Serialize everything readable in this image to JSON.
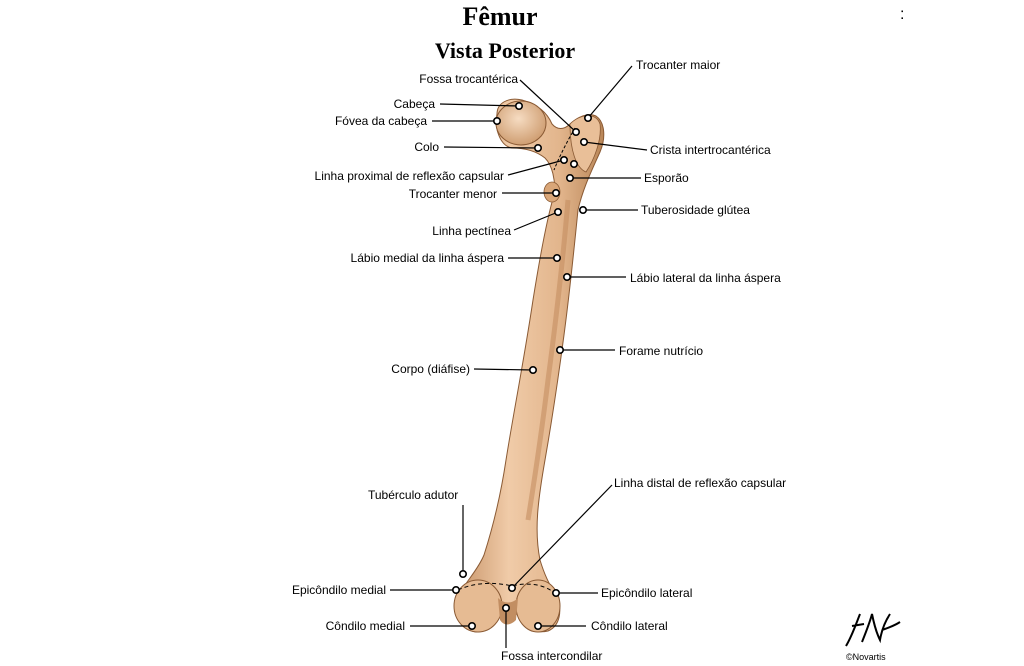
{
  "title": "Fêmur",
  "subtitle": "Vista Posterior",
  "stray_mark": ":",
  "colors": {
    "bone_light": "#edc7a2",
    "bone_mid": "#d6a67a",
    "bone_dark": "#b5835a",
    "leader": "#000000"
  },
  "labels": {
    "fossa_trocanterica": "Fossa trocantérica",
    "trocanter_maior": "Trocanter maior",
    "cabeca": "Cabeça",
    "fovea": "Fóvea da cabeça",
    "colo": "Colo",
    "crista": "Crista intertrocantérica",
    "linha_proximal": "Linha proximal de reflexão capsular",
    "esporao": "Esporão",
    "trocanter_menor": "Trocanter menor",
    "tuberosidade": "Tuberosidade glútea",
    "linha_pectinea": "Linha pectínea",
    "labio_medial": "Lábio medial da linha áspera",
    "labio_lateral": "Lábio lateral da linha áspera",
    "forame": "Forame nutrício",
    "corpo": "Corpo (diáfise)",
    "tuberculo": "Tubérculo adutor",
    "linha_distal": "Linha distal de reflexão capsular",
    "epicondilo_medial": "Epicôndilo medial",
    "epicondilo_lateral": "Epicôndilo lateral",
    "condilo_medial": "Côndilo medial",
    "condilo_lateral": "Côndilo lateral",
    "fossa_intercondilar": "Fossa intercondilar"
  },
  "signature": "F. Netter",
  "copyright": "©Novartis"
}
